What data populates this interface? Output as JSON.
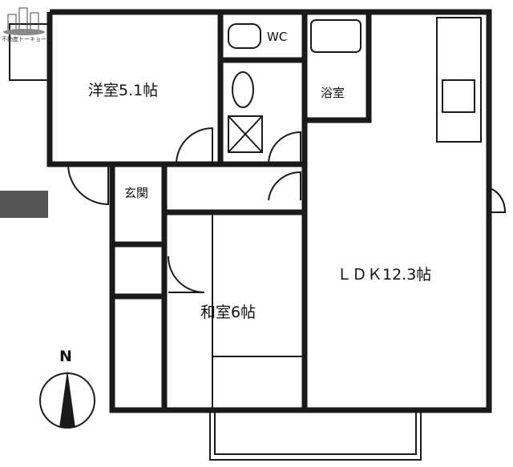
{
  "logo": {
    "text": "不動産トーキョー"
  },
  "rooms": {
    "western": "洋室5.1帖",
    "wc": "WC",
    "bath": "浴室",
    "entrance": "玄関",
    "japanese": "和室6帖",
    "ldk": "ＬＤＫ12.3帖"
  },
  "compass": {
    "label": "N"
  },
  "colors": {
    "wall": "#1a1a1a",
    "background": "#ffffff",
    "side_block": "#555555"
  }
}
